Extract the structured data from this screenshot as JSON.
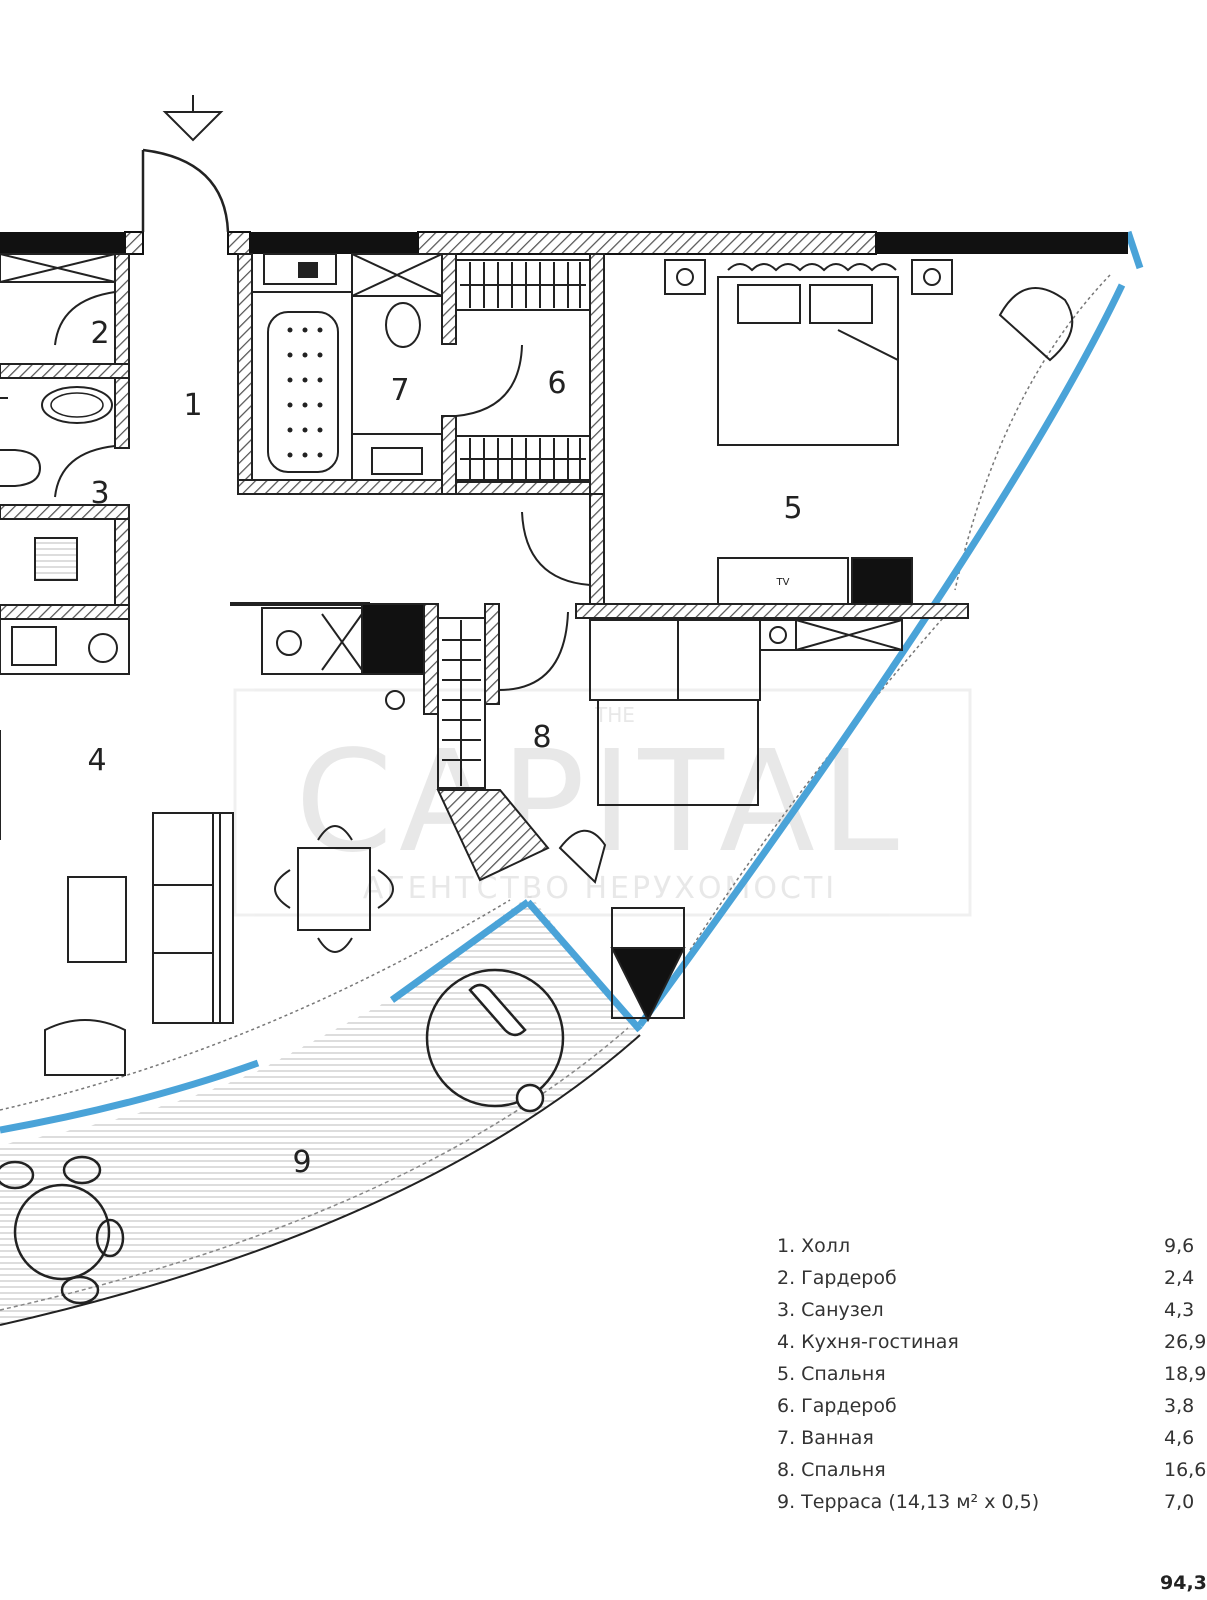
{
  "plan": {
    "rooms": [
      {
        "number": "1"
      },
      {
        "number": "2"
      },
      {
        "number": "3"
      },
      {
        "number": "4"
      },
      {
        "number": "5"
      },
      {
        "number": "6"
      },
      {
        "number": "7"
      },
      {
        "number": "8"
      },
      {
        "number": "9"
      }
    ],
    "tv_label": "TV",
    "watermark": {
      "brand_small": "THE",
      "brand": "CAPITAL",
      "tagline": "АГЕНТСТВО НЕРУХОМОСТІ"
    }
  },
  "legend": {
    "items": [
      {
        "label": "1. Холл",
        "area": "9,6"
      },
      {
        "label": "2. Гардероб",
        "area": "2,4"
      },
      {
        "label": "3. Санузел",
        "area": "4,3"
      },
      {
        "label": "4. Кухня-гостиная",
        "area": "26,9"
      },
      {
        "label": "5. Спальня",
        "area": "18,9"
      },
      {
        "label": "6. Гардероб",
        "area": "3,8"
      },
      {
        "label": "7. Ванная",
        "area": "4,6"
      },
      {
        "label": "8. Спальня",
        "area": "16,6"
      },
      {
        "label": "9. Терраса (14,13 м² х 0,5)",
        "area": "7,0"
      }
    ],
    "total": "94,3"
  },
  "colors": {
    "glazing": "#4aa3d8",
    "wall": "#111111",
    "wall_hatch": "#8a8a8a"
  }
}
